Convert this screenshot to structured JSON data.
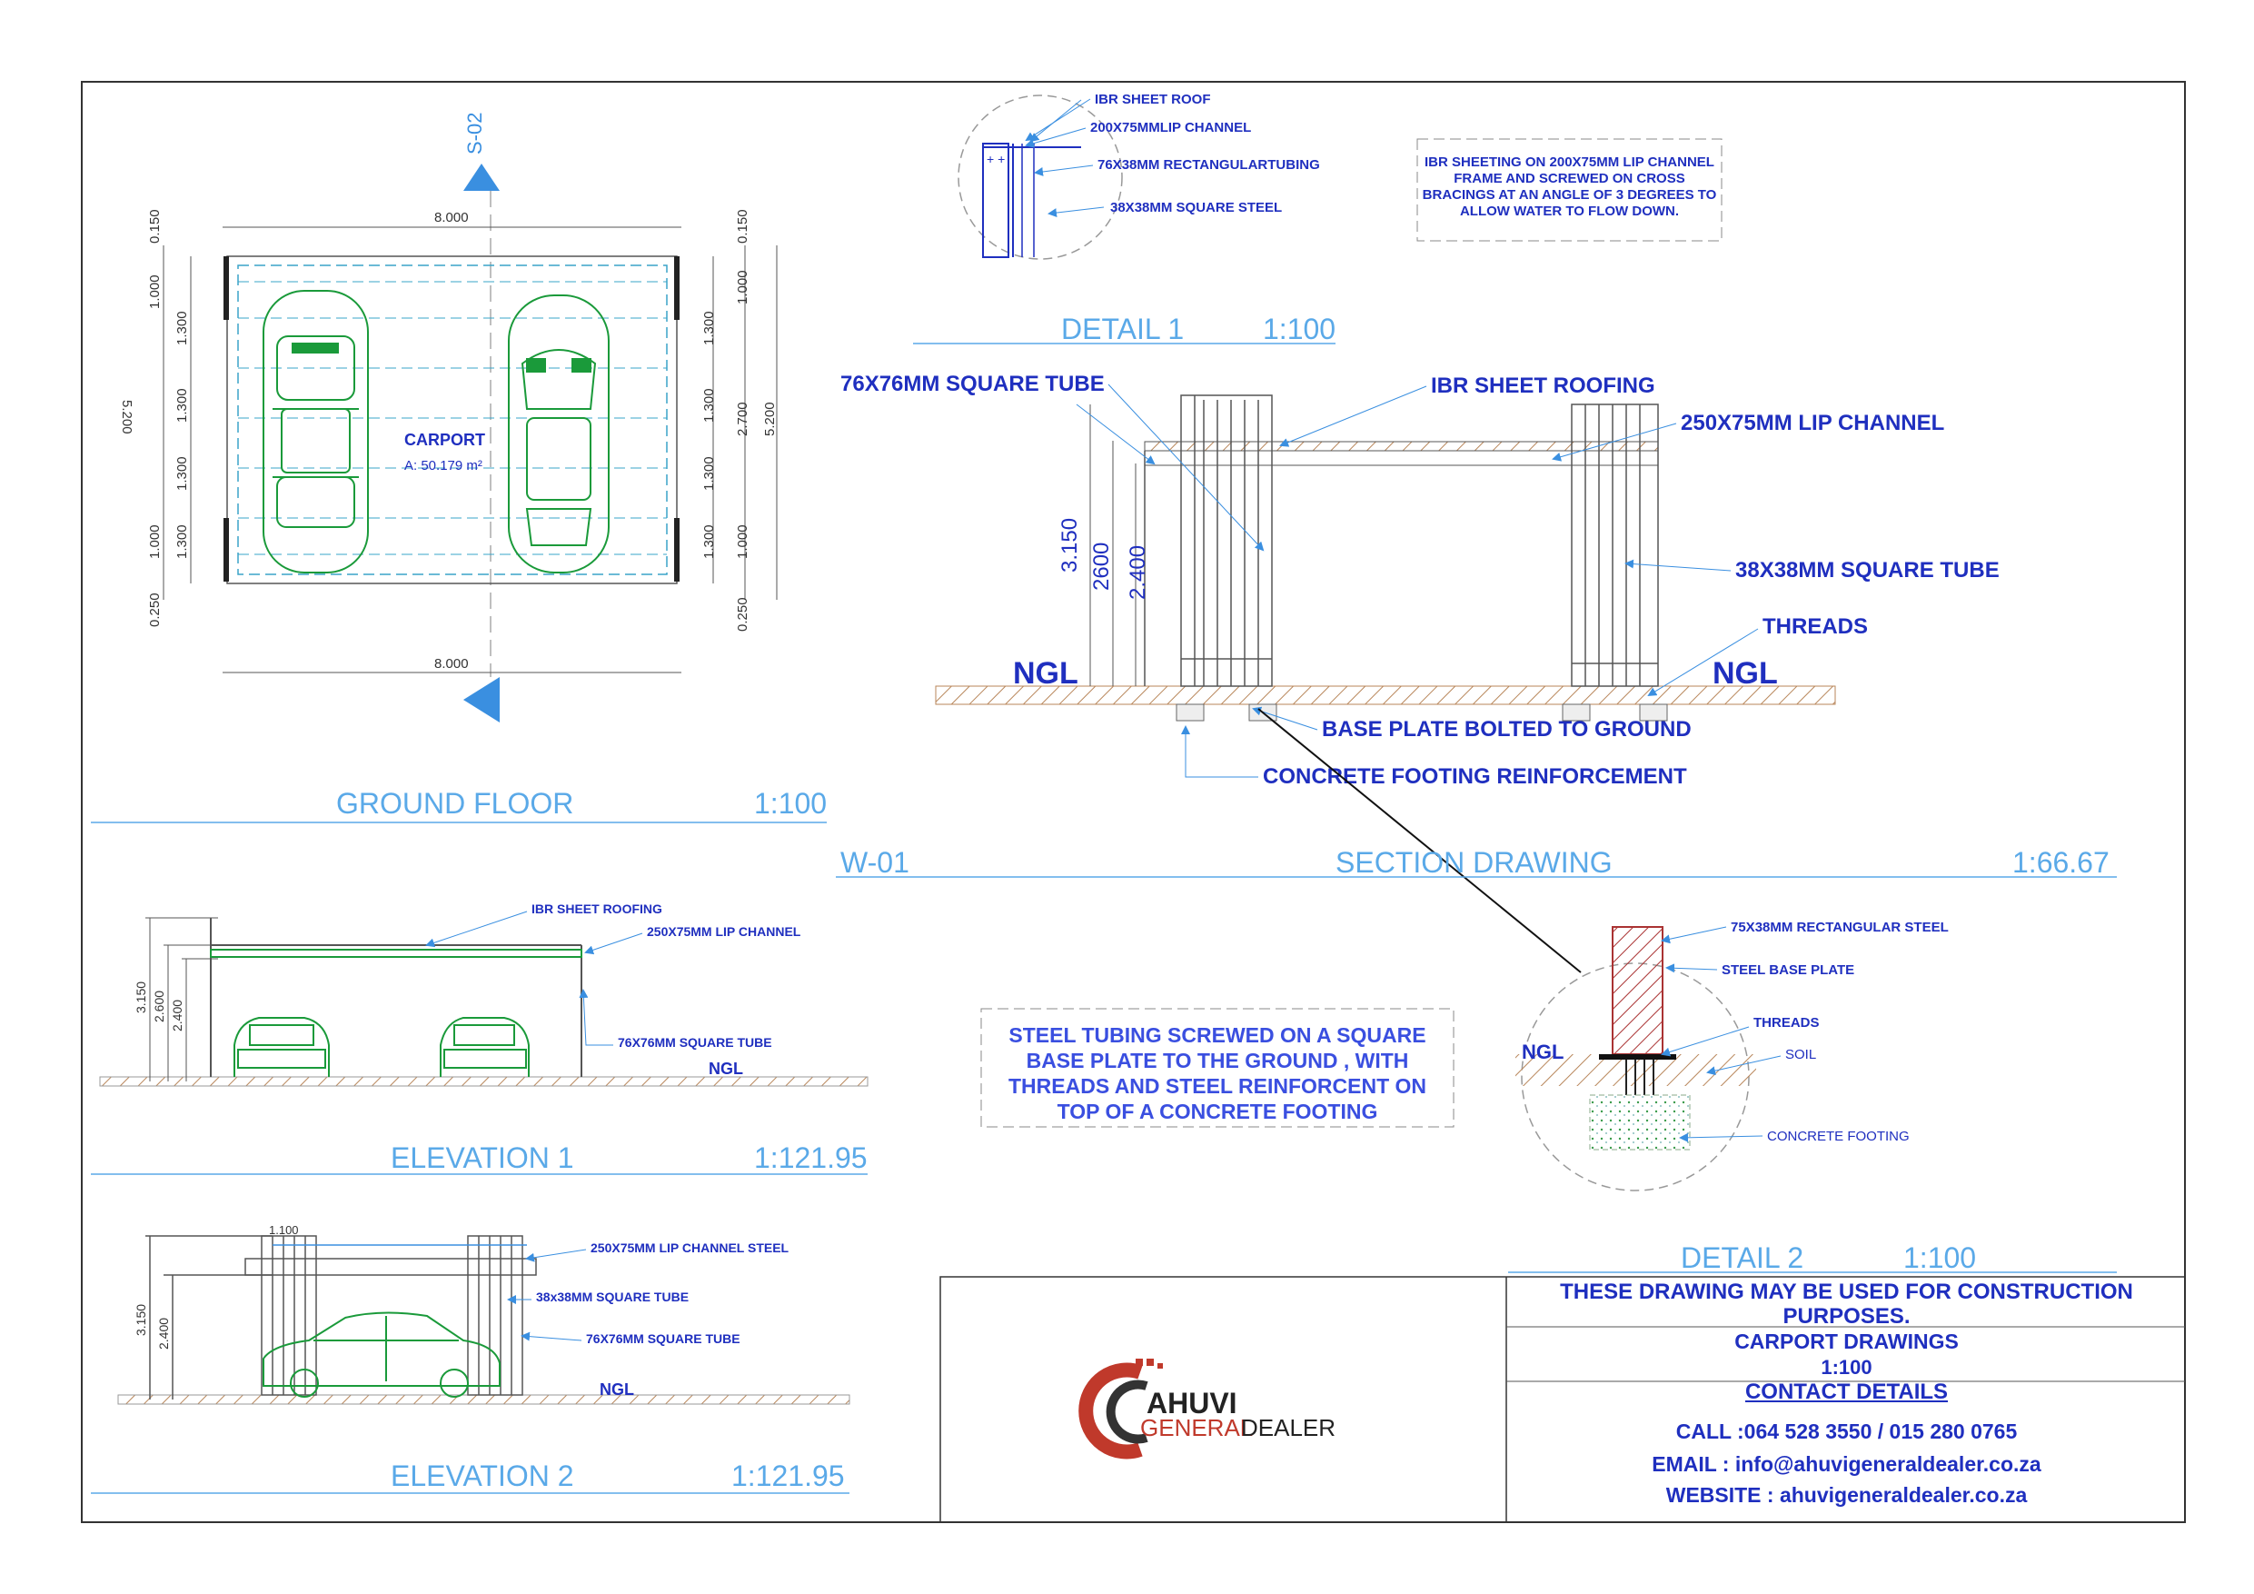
{
  "ground_floor": {
    "title": "GROUND FLOOR",
    "scale": "1:100",
    "section_marker": "S-02",
    "room_name": "CARPORT",
    "room_area": "A:  50.179 m²",
    "dim_width": "8.000",
    "dim_left_total": "5.200",
    "dim_right_total": "5.200",
    "dim_top": "0.150",
    "dim_bottom": "0.250",
    "dim_1000": "1.000",
    "dim_1300": "1.300",
    "dim_2700": "2.700"
  },
  "detail1": {
    "title": "DETAIL 1",
    "scale": "1:100",
    "labels": [
      "IBR SHEET ROOF",
      "200X75MMLIP CHANNEL",
      "76X38MM RECTANGULARTUBING",
      "38X38MM SQUARE STEEL"
    ]
  },
  "note_top": "IBR SHEETING ON 200X75MM LIP CHANNEL FRAME AND SCREWED ON CROSS BRACINGS AT AN ANGLE OF 3 DEGREES TO ALLOW WATER TO FLOW DOWN.",
  "section": {
    "code": "W-01",
    "title": "SECTION DRAWING",
    "scale": "1:66.67",
    "label_square_tube": "76X76MM SQUARE TUBE",
    "label_roofing": "IBR SHEET ROOFING",
    "label_lip": "250X75MM LIP CHANNEL",
    "label_38": "38X38MM SQUARE TUBE",
    "label_threads": "THREADS",
    "label_base": "BASE PLATE BOLTED TO GROUND",
    "label_footing": "CONCRETE FOOTING REINFORCEMENT",
    "ngl": "NGL",
    "dim_a": "3.150",
    "dim_b": "2600",
    "dim_c": "2.400"
  },
  "note_mid": "STEEL TUBING SCREWED ON A SQUARE BASE PLATE TO THE GROUND , WITH THREADS AND STEEL REINFORCENT ON TOP OF A CONCRETE FOOTING",
  "detail2": {
    "title": "DETAIL 2",
    "scale": "1:100",
    "labels": [
      "75X38MM RECTANGULAR STEEL",
      "STEEL BASE PLATE",
      "THREADS",
      "SOIL",
      "CONCRETE FOOTING"
    ],
    "ngl": "NGL"
  },
  "elevation1": {
    "title": "ELEVATION 1",
    "scale": "1:121.95",
    "labels": [
      "IBR SHEET ROOFING",
      "250X75MM LIP CHANNEL",
      "76X76MM SQUARE TUBE"
    ],
    "ngl": "NGL",
    "dims": [
      "3.150",
      "2.600",
      "2.400"
    ]
  },
  "elevation2": {
    "title": "ELEVATION 2",
    "scale": "1:121.95",
    "labels": [
      "250X75MM LIP CHANNEL STEEL",
      "38x38MM SQUARE TUBE",
      "76X76MM SQUARE TUBE"
    ],
    "ngl": "NGL",
    "dims": [
      "3.150",
      "2.400"
    ],
    "dim_top": "1.100"
  },
  "title_block": {
    "note": "THESE DRAWING MAY BE USED FOR CONSTRUCTION PURPOSES.",
    "drawing_name": "CARPORT DRAWINGS",
    "drawing_scale": "1:100",
    "contact_heading": "CONTACT DETAILS",
    "call": "CALL :064 528 3550 / 015 280 0765",
    "email": "EMAIL : info@ahuvigeneraldealer.co.za",
    "website": "WEBSITE : ahuvigeneraldealer.co.za",
    "logo_word1": "AHUVI",
    "logo_word2": "GENERAL",
    "logo_word3": "DEALER"
  },
  "colors": {
    "blue": "#1f2fbf",
    "light_blue": "#5aa9e8",
    "green": "#1a9a3a",
    "hatch": "#b8865a",
    "red": "#c0392b"
  }
}
